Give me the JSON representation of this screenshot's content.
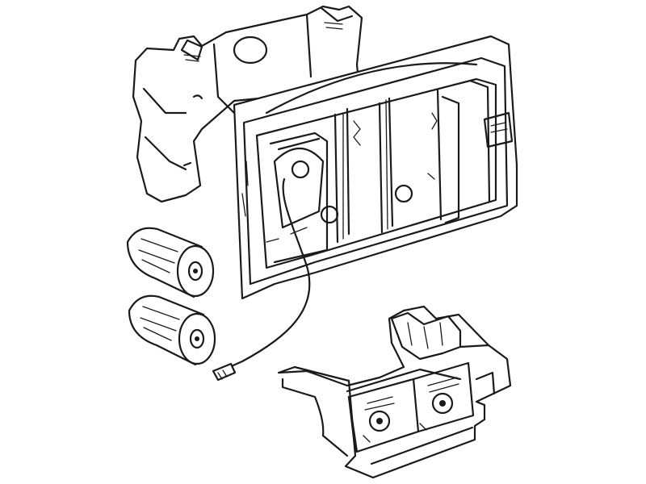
{
  "drawing": {
    "background": "#ffffff",
    "line_color": "#1a1a1a",
    "parts": [
      "mounting-plate",
      "actuator-frame",
      "cable-connector",
      "battery-1",
      "battery-2",
      "electronic-control-module"
    ]
  }
}
